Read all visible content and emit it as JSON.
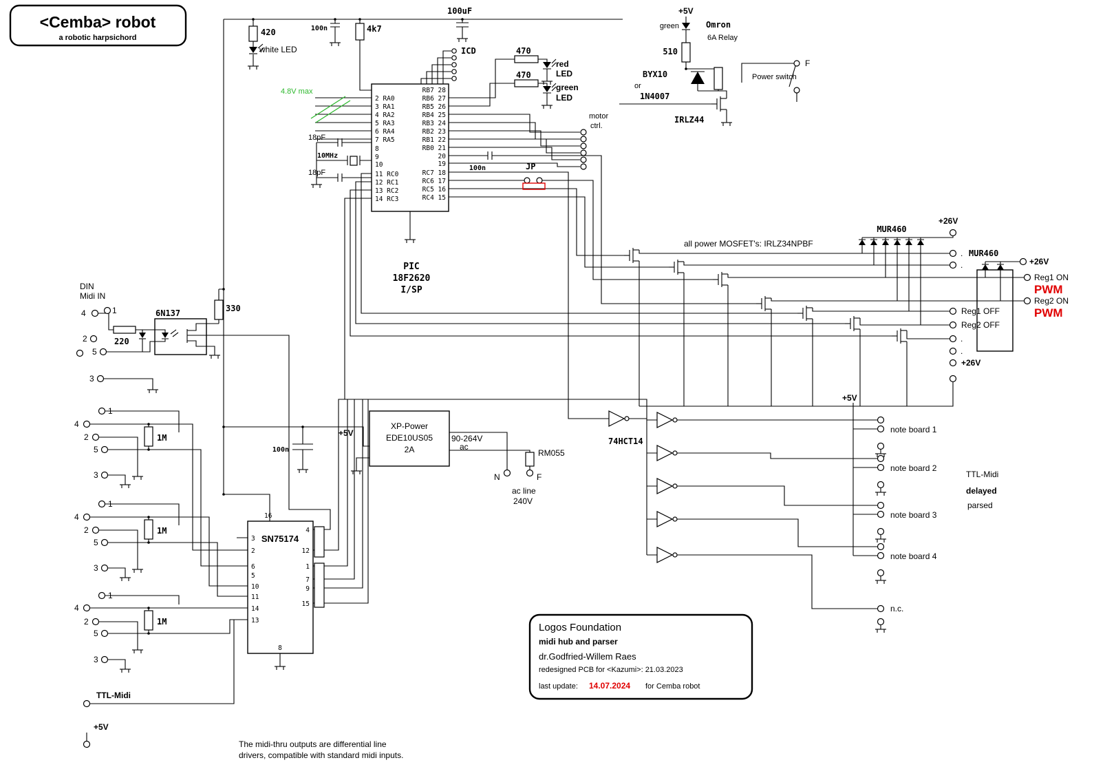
{
  "title_box": {
    "title": "<Cemba> robot",
    "subtitle": "a robotic harpsichord"
  },
  "top_left": {
    "r420": "420",
    "white_led": "white LED"
  },
  "top_mid": {
    "c100n": "100n",
    "r4k7": "4k7",
    "c100uf": "100uF",
    "icd": "ICD",
    "r470a": "470",
    "r470b": "470",
    "red1": "red",
    "red2": "LED",
    "grn1": "green",
    "grn2": "LED"
  },
  "relay": {
    "v5": "+5V",
    "green": "green",
    "omron": "Omron",
    "six_a": "6A Relay",
    "r510": "510",
    "byx10": "BYX10",
    "or": "or",
    "n4007": "1N4007",
    "f": "F",
    "power_switch": "Power switch",
    "irlz44": "IRLZ44"
  },
  "motor": {
    "l1": "motor",
    "l2": "ctrl."
  },
  "pic": {
    "name1": "PIC",
    "name2": "18F2620",
    "name3": "I/SP",
    "max": "4.8V max",
    "lp": [
      "2 RA0",
      "3 RA1",
      "4 RA2",
      "5 RA3",
      "6 RA4",
      "7 RA5",
      "8",
      "9",
      "10",
      "11 RC0",
      "12 RC1",
      "13 RC2",
      "14 RC3"
    ],
    "rp": [
      "RB7 28",
      "RB6 27",
      "RB5 26",
      "RB4 25",
      "RB3 24",
      "RB2 23",
      "RB1 22",
      "RB0 21",
      "20",
      "19",
      "RC7 18",
      "RC6 17",
      "RC5 16",
      "RC4 15"
    ],
    "c1": "18pF",
    "xt": "10MHz",
    "c2": "18pF",
    "c3": "100n",
    "jp": "JP"
  },
  "right_power": {
    "note": "all power MOSFET's: IRLZ34NPBF",
    "mur1": "MUR460",
    "v26a": "+26V",
    "mur2": "MUR460",
    "v26b": "+26V",
    "reg1on": "Reg1 ON",
    "pwm1": "PWM",
    "reg2on": "Reg2 ON",
    "pwm2": "PWM",
    "reg1off": "Reg1 OFF",
    "reg2off": "Reg2 OFF",
    "v26c": "+26V",
    "dot1": ".",
    "dot2": ".",
    "dot3": ".",
    "dot4": "."
  },
  "midi_in": {
    "din": "DIN",
    "midi_in": "Midi IN",
    "p4": "4",
    "p1": "1",
    "p2": "2",
    "p5": "5",
    "p3": "3",
    "r220": "220",
    "opto": "6N137",
    "r330": "330"
  },
  "din_out1": {
    "p1": "1",
    "p4": "4",
    "p2": "2",
    "p5": "5",
    "p3": "3",
    "r": "1M"
  },
  "din_out2": {
    "p1": "1",
    "p4": "4",
    "p2": "2",
    "p5": "5",
    "p3": "3",
    "r": "1M"
  },
  "din_out3": {
    "p1": "1",
    "p4": "4",
    "p2": "2",
    "p5": "5",
    "p3": "3",
    "r": "1M"
  },
  "sn75174": {
    "name": "SN75174",
    "p16": "16",
    "p3": "3",
    "p2": "2",
    "p6": "6",
    "p5": "5",
    "p10": "10",
    "p11": "11",
    "p14": "14",
    "p13": "13",
    "p4": "4",
    "p12": "12",
    "p1": "1",
    "p7": "7",
    "p9": "9",
    "p15": "15",
    "p8": "8"
  },
  "psu": {
    "v5": "+5V",
    "c100n": "100n",
    "l1": "XP-Power",
    "l2": "EDE10US05",
    "l3": "2A",
    "range": "90-264V",
    "ac": "ac",
    "rm055": "RM055",
    "n": "N",
    "f": "F",
    "acline1": "ac line",
    "acline2": "240V"
  },
  "hex": {
    "name": "74HCT14"
  },
  "boards": {
    "v5": "+5V",
    "b1": "note board 1",
    "b2": "note board 2",
    "b3": "note board 3",
    "b4": "note board 4",
    "nc": "n.c.",
    "ttl": "TTL-Midi",
    "delayed": "delayed",
    "parsed": "parsed"
  },
  "logos": {
    "title": "Logos Foundation",
    "sub": "midi hub and parser",
    "author": "dr.Godfried-Willem Raes",
    "redesign": "redesigned PCB for <Kazumi>: 21.03.2023",
    "upd_label": "last update:",
    "upd_date": "14.07.2024",
    "upd_for": "for Cemba robot"
  },
  "bottom": {
    "ttl": "TTL-Midi",
    "v5": "+5V",
    "note1": "The midi-thru outputs are differential line",
    "note2": "drivers, compatible with standard midi inputs."
  },
  "colors": {
    "wire": "#000000",
    "accent_red": "#e00000",
    "green_note": "#2eb82e"
  }
}
